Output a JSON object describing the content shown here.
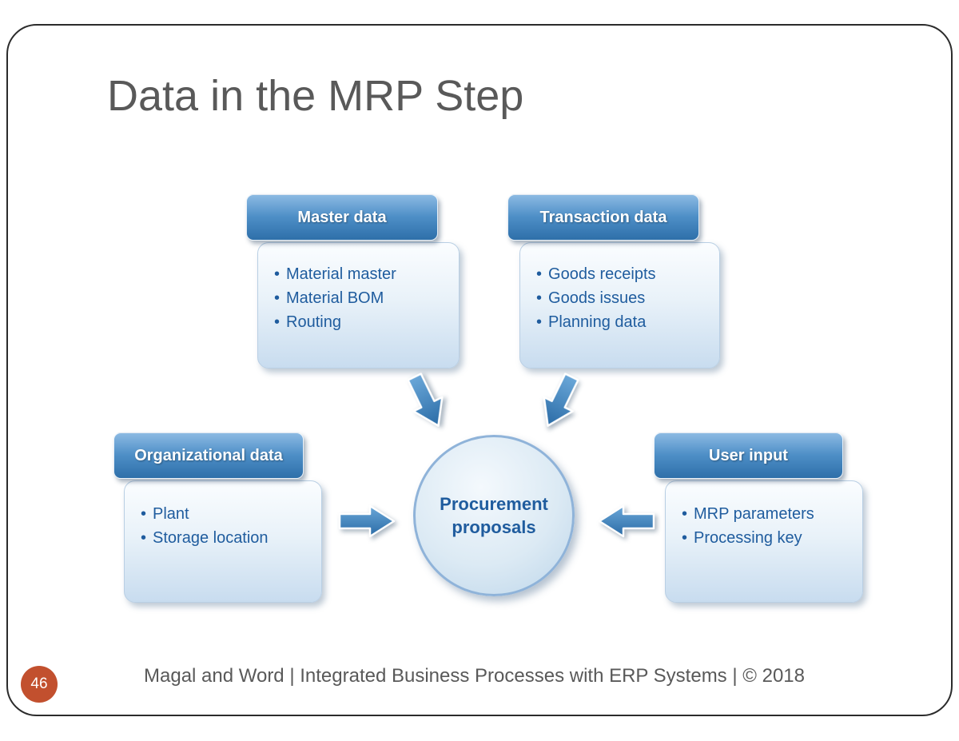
{
  "slide": {
    "title": "Data in the MRP Step",
    "footer": "Magal and Word | Integrated Business Processes with ERP Systems | © 2018",
    "page_number": "46"
  },
  "diagram": {
    "center_circle": {
      "line1": "Procurement",
      "line2": "proposals"
    },
    "boxes": [
      {
        "title": "Master data",
        "items": [
          "Material master",
          "Material BOM",
          "Routing"
        ]
      },
      {
        "title": "Transaction data",
        "items": [
          "Goods receipts",
          "Goods issues",
          "Planning data"
        ]
      },
      {
        "title": "Organizational data",
        "items": [
          "Plant",
          "Storage location"
        ]
      },
      {
        "title": "User input",
        "items": [
          "MRP parameters",
          "Processing key"
        ]
      }
    ],
    "arrows": [
      {
        "name": "master-to-center",
        "direction": "down-right"
      },
      {
        "name": "transaction-to-center",
        "direction": "down-left"
      },
      {
        "name": "organizational-to-center",
        "direction": "right"
      },
      {
        "name": "user-input-to-center",
        "direction": "left"
      }
    ],
    "colors": {
      "header_blue_top": "#8cbae3",
      "header_blue_bottom": "#2e6fa9",
      "body_light_blue": "#c8dcef",
      "text_blue": "#1f5c9e",
      "title_gray": "#595959",
      "page_badge_orange": "#c2502e",
      "border_black": "#2b2b2b"
    }
  }
}
